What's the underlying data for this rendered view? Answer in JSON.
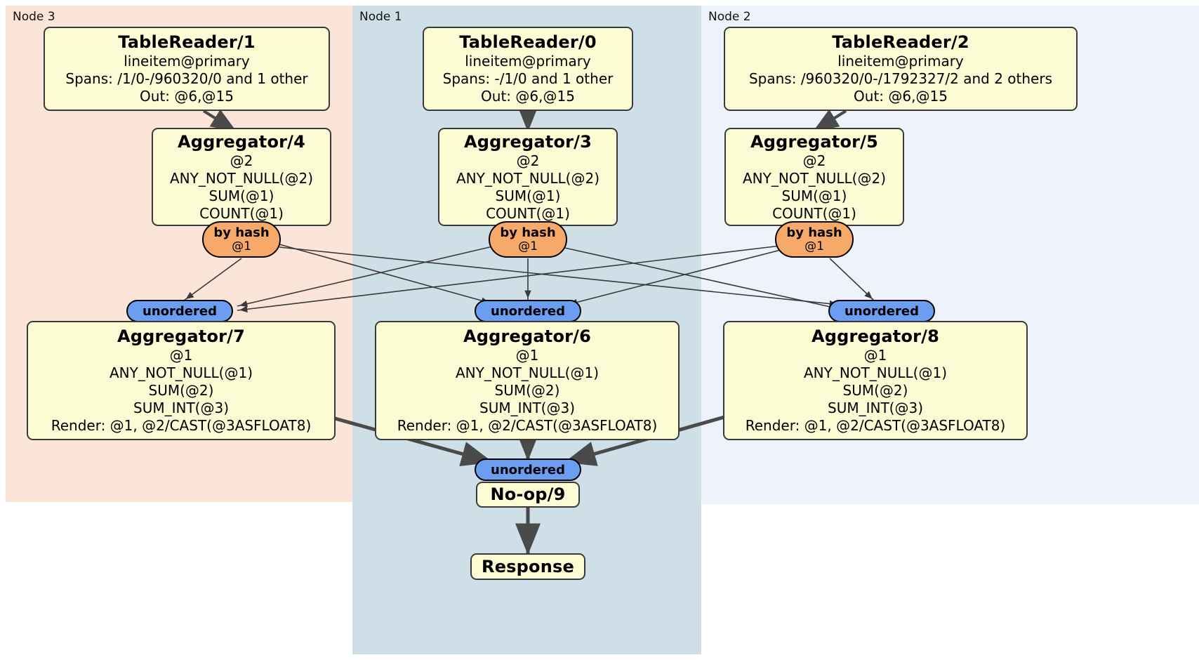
{
  "diagram": {
    "type": "distributed-query-plan",
    "colors": {
      "node3_panel": "#fbe5d8",
      "node1_panel": "#cfdfe8",
      "node2_panel": "#eef2fb",
      "processor_box": "#fbfbd4",
      "hash_router": "#f7a96a",
      "unordered_synchronizer": "#6b9df0",
      "edge": "#3a3a3a"
    }
  },
  "panels": [
    {
      "label": "Node 3"
    },
    {
      "label": "Node 1"
    },
    {
      "label": "Node 2"
    }
  ],
  "processors": {
    "table_reader_1": {
      "title": "TableReader/1",
      "line1": "lineitem@primary",
      "line2": "Spans: /1/0-/960320/0 and 1 other",
      "line3": "Out: @6,@15"
    },
    "table_reader_0": {
      "title": "TableReader/0",
      "line1": "lineitem@primary",
      "line2": "Spans: -/1/0 and 1 other",
      "line3": "Out: @6,@15"
    },
    "table_reader_2": {
      "title": "TableReader/2",
      "line1": "lineitem@primary",
      "line2": "Spans: /960320/0-/1792327/2 and 2 others",
      "line3": "Out: @6,@15"
    },
    "aggregator_4": {
      "title": "Aggregator/4",
      "line1": "@2",
      "line2": "ANY_NOT_NULL(@2)",
      "line3": "SUM(@1)",
      "line4": "COUNT(@1)"
    },
    "aggregator_3": {
      "title": "Aggregator/3",
      "line1": "@2",
      "line2": "ANY_NOT_NULL(@2)",
      "line3": "SUM(@1)",
      "line4": "COUNT(@1)"
    },
    "aggregator_5": {
      "title": "Aggregator/5",
      "line1": "@2",
      "line2": "ANY_NOT_NULL(@2)",
      "line3": "SUM(@1)",
      "line4": "COUNT(@1)"
    },
    "aggregator_7": {
      "title": "Aggregator/7",
      "line1": "@1",
      "line2": "ANY_NOT_NULL(@1)",
      "line3": "SUM(@2)",
      "line4": "SUM_INT(@3)",
      "line5": "Render: @1, @2/CAST(@3ASFLOAT8)"
    },
    "aggregator_6": {
      "title": "Aggregator/6",
      "line1": "@1",
      "line2": "ANY_NOT_NULL(@1)",
      "line3": "SUM(@2)",
      "line4": "SUM_INT(@3)",
      "line5": "Render: @1, @2/CAST(@3ASFLOAT8)"
    },
    "aggregator_8": {
      "title": "Aggregator/8",
      "line1": "@1",
      "line2": "ANY_NOT_NULL(@1)",
      "line3": "SUM(@2)",
      "line4": "SUM_INT(@3)",
      "line5": "Render: @1, @2/CAST(@3ASFLOAT8)"
    },
    "noop_9": {
      "title": "No-op/9"
    },
    "response": {
      "title": "Response"
    }
  },
  "routers": {
    "hash_left": {
      "label": "by hash",
      "sub": "@1"
    },
    "hash_center": {
      "label": "by hash",
      "sub": "@1"
    },
    "hash_right": {
      "label": "by hash",
      "sub": "@1"
    }
  },
  "synchronizers": {
    "sync_left": {
      "label": "unordered"
    },
    "sync_center": {
      "label": "unordered"
    },
    "sync_right": {
      "label": "unordered"
    },
    "sync_final": {
      "label": "unordered"
    }
  }
}
